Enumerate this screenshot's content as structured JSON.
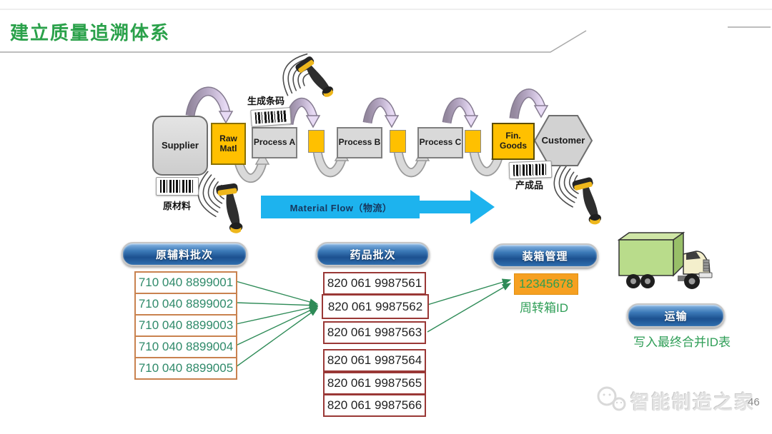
{
  "header": {
    "title": "建立质量追溯体系",
    "watermark": "智能制造之家",
    "page_number": "46"
  },
  "flow": {
    "supplier": "Supplier",
    "raw_matl": "Raw Matl",
    "process_a": "Process A",
    "process_b": "Process B",
    "process_c": "Process C",
    "fin_goods": "Fin. Goods",
    "customer": "Customer",
    "generate_barcode_label": "生成条码",
    "raw_material_label": "原材料",
    "finished_goods_label": "产成品",
    "material_flow_label": "Material Flow（物流）"
  },
  "batches": {
    "raw_pill_label": "原辅料批次",
    "raw_items": [
      "710 040 8899001",
      "710 040 8899002",
      "710 040 8899003",
      "710 040 8899004",
      "710 040 8899005"
    ],
    "drug_pill_label": "药品批次",
    "drug_items": [
      "820 061 9987561",
      "820 061 9987562",
      "820 061 9987563",
      "820 061 9987564",
      "820 061 9987565",
      "820 061 9987566"
    ],
    "packing_pill_label": "装箱管理",
    "container_id": "12345678",
    "container_id_label": "周转箱ID"
  },
  "transport": {
    "pill_label": "运输",
    "note": "写入最终合并ID表"
  },
  "colors": {
    "title_green": "#2aa14a",
    "pill_blue_dark": "#1c5190",
    "flow_cyan": "#1db3ee",
    "node_yellow": "#ffc000",
    "orange_box": "#f6a021",
    "batch_text_green": "#2f8a6a",
    "raw_border_tan": "#c9824f",
    "drug_border_maroon": "#9a3836",
    "arrow_green": "#2e8b57"
  }
}
